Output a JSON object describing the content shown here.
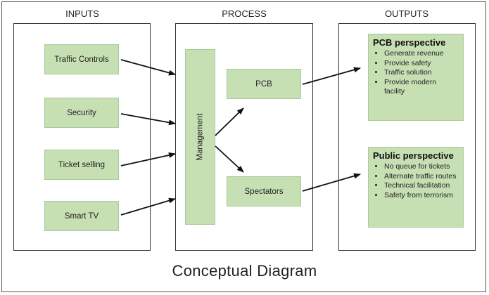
{
  "columns": {
    "inputs": "INPUTS",
    "process": "PROCESS",
    "outputs": "OUTPUTS"
  },
  "inputs": [
    "Traffic Controls",
    "Security",
    "Ticket selling",
    "Smart TV"
  ],
  "process": {
    "management": "Management",
    "pcb": "PCB",
    "spectators": "Spectators"
  },
  "outputs": {
    "pcb_perspective": {
      "title": "PCB perspective",
      "items": [
        "Generate revenue",
        "Provide safety",
        "Traffic solution",
        "Provide modern facility"
      ]
    },
    "public_perspective": {
      "title": "Public perspective",
      "items": [
        "No queue for tickets",
        "Alternate traffic routes",
        "Technical facilitation",
        "Safety from terrorism"
      ]
    }
  },
  "caption": "Conceptual Diagram",
  "colors": {
    "box_fill": "#c6e0b4",
    "box_border": "#a9c99a",
    "line": "#111111"
  }
}
